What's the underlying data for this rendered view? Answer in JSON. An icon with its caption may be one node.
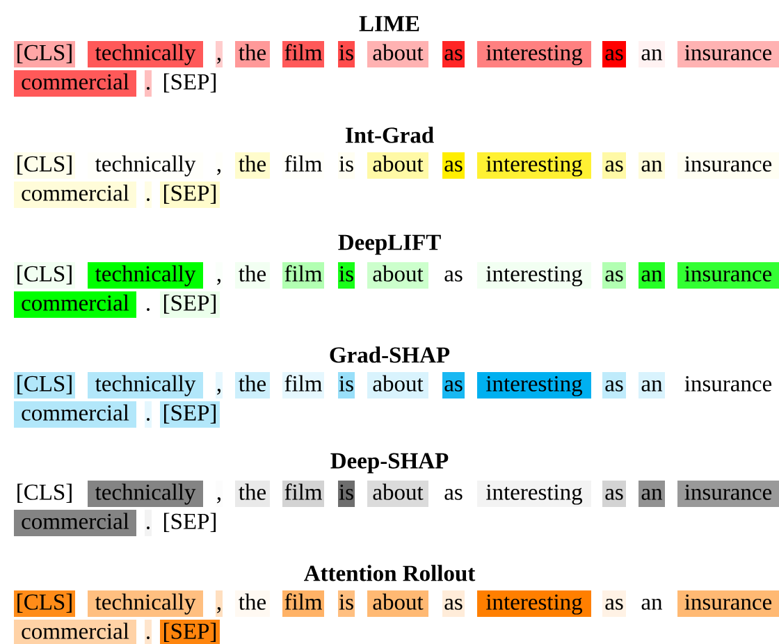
{
  "diagram": {
    "labels": [
      "LIME",
      "[CLS]",
      "technically",
      ",",
      "the",
      "film",
      "is",
      "about",
      "as",
      "interesting",
      "as",
      "an",
      "insurance",
      "commercial",
      ".",
      "[SEP]",
      "Int-Grad",
      "[CLS]",
      "technically",
      ",",
      "the",
      "film",
      "is",
      "about",
      "as",
      "interesting",
      "as",
      "an",
      "insurance",
      "commercial",
      ".",
      "[SEP]",
      "DeepLIFT",
      "[CLS]",
      "technically",
      ",",
      "the",
      "film",
      "is",
      "about",
      "as",
      "interesting",
      "as",
      "an",
      "insurance",
      "commercial",
      ".",
      "[SEP]",
      "Grad-SHAP",
      "[CLS]",
      "technically",
      ",",
      "the",
      "film",
      "is",
      "about",
      "as",
      "interesting",
      "as",
      "an",
      "insurance",
      "commercial",
      ".",
      "[SEP]",
      "Deep-SHAP",
      "[CLS]",
      "technically",
      ",",
      "the",
      "film",
      "is",
      "about",
      "as",
      "interesting",
      "as",
      "an",
      "insurance",
      "commercial",
      ".",
      "[SEP]",
      "Attention Rollout",
      "[CLS]",
      "technically",
      ",",
      "the",
      "film",
      "is",
      "about",
      "as",
      "interesting",
      "as",
      "an",
      "insurance",
      "commercial",
      ".",
      "[SEP]"
    ]
  }
}
